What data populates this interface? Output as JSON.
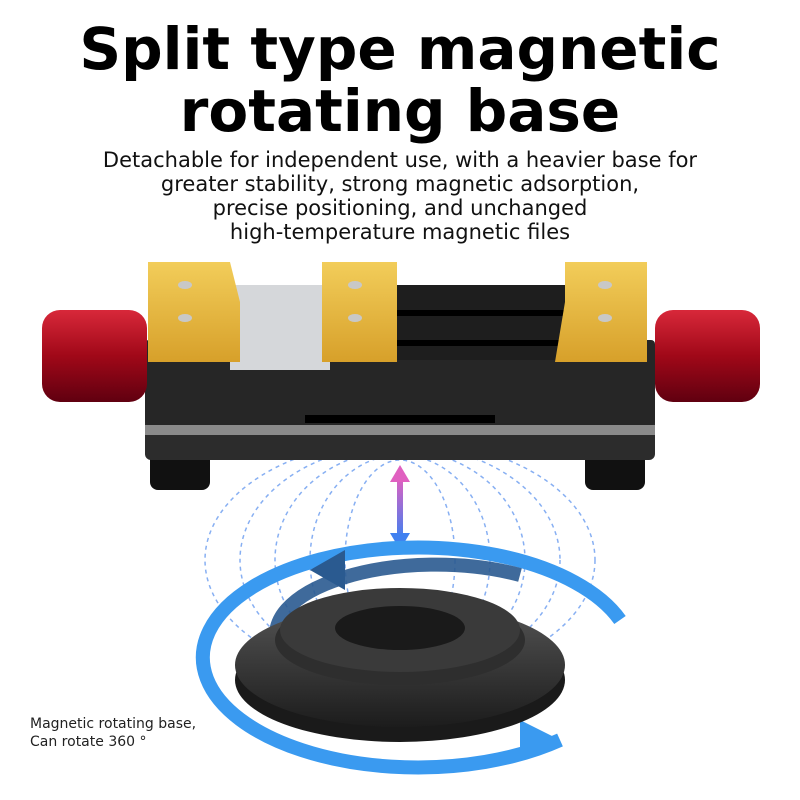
{
  "title": {
    "line1": "Split type magnetic",
    "line2": "rotating base"
  },
  "description": {
    "line1": "Detachable for independent use, with a heavier base for",
    "line2": "greater stability, strong magnetic adsorption,",
    "line3": "precise positioning, and unchanged",
    "line4": "high-temperature magnetic files"
  },
  "caption": {
    "line1": "Magnetic rotating base,",
    "line2": "Can rotate 360 °"
  },
  "colors": {
    "gold": "#e3b43a",
    "knob": "#b01020",
    "arrow_blue": "#3a9af0",
    "body": "#2a2a2a"
  }
}
